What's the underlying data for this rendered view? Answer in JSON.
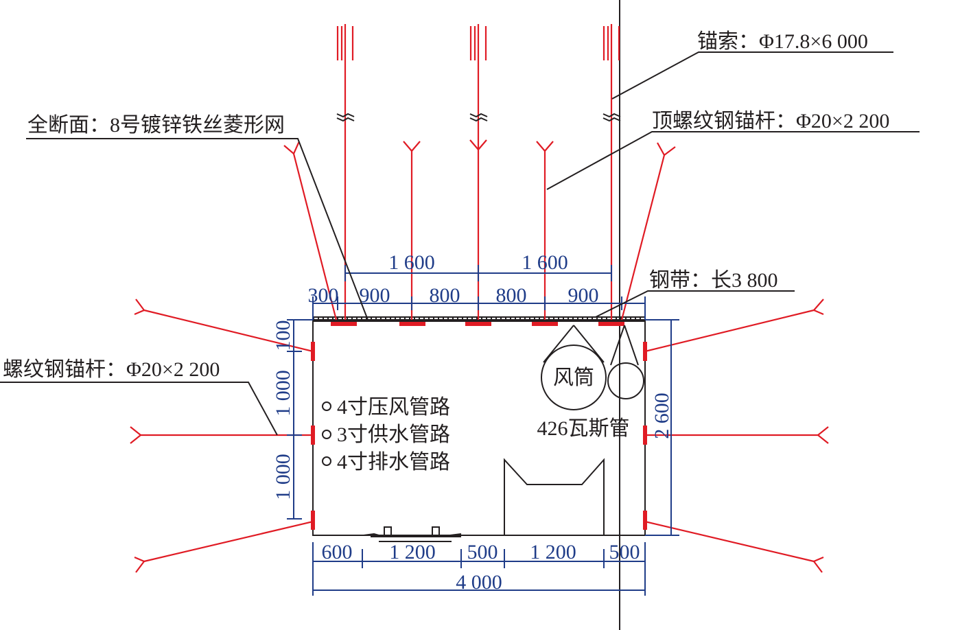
{
  "labels": {
    "anchor_cable": "锚索：Φ17.8×6 000",
    "full_section": "全断面：8号镀锌铁丝菱形网",
    "roof_bolt": "顶螺纹钢锚杆：Φ20×2 200",
    "steel_strip": "钢带：长3 800",
    "side_bolt": "螺纹钢锚杆：Φ20×2 200",
    "air_duct": "风筒",
    "gas_pipe": "426瓦斯管",
    "pipes": [
      "4寸压风管路",
      "3寸供水管路",
      "4寸排水管路"
    ]
  },
  "dimensions": {
    "cable_spacing": [
      "1 600",
      "1 600"
    ],
    "roof": [
      "300",
      "900",
      "800",
      "800",
      "900"
    ],
    "left_side": [
      "100",
      "1 000",
      "1 000"
    ],
    "right_height": "2 600",
    "bottom": [
      "600",
      "1 200",
      "500",
      "1 200",
      "500"
    ],
    "total_width": "4 000"
  },
  "colors": {
    "bolt": "#e01b24",
    "dimension": "#1f3c88",
    "outline": "#231f20"
  }
}
